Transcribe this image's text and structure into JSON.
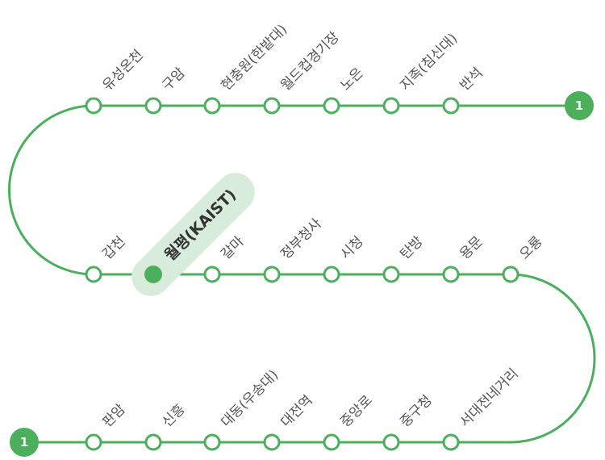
{
  "line": {
    "name": "1",
    "color": "#4caf5c",
    "highlight_color": "#d8ecdc"
  },
  "rows": [
    {
      "stations": [
        "유성온천",
        "구암",
        "현충원(한밭대)",
        "월드컵경기장",
        "노은",
        "지족(침신대)",
        "반석"
      ],
      "end_badge": "1"
    },
    {
      "stations": [
        "갑천",
        "월평(KAIST)",
        "갈마",
        "정부청사",
        "시청",
        "탄방",
        "용문",
        "오룡"
      ]
    },
    {
      "stations": [
        "판암",
        "신흥",
        "대동(우송대)",
        "대전역",
        "중앙로",
        "중구청",
        "서대전네거리"
      ],
      "start_badge": "1"
    }
  ],
  "current_station": "월평(KAIST)"
}
